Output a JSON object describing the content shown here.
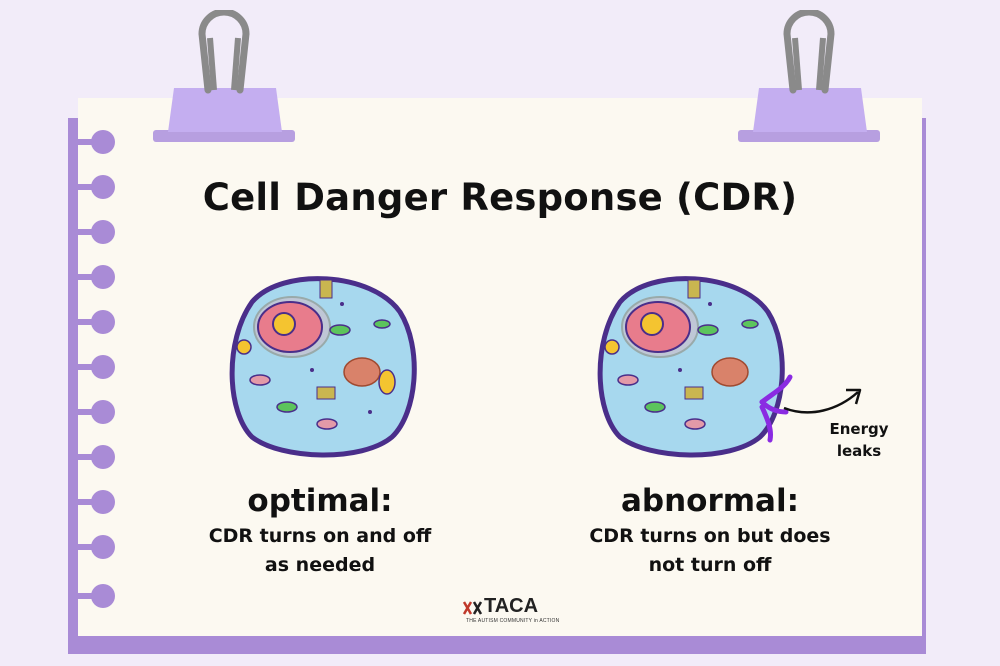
{
  "title": "Cell Danger Response (CDR)",
  "optimal": {
    "heading": "optimal:",
    "line1": "CDR turns on and off",
    "line2": "as needed"
  },
  "abnormal": {
    "heading": "abnormal:",
    "line1": "CDR turns on but does",
    "line2": "not turn off",
    "annotation_line1": "Energy",
    "annotation_line2": "leaks"
  },
  "logo": {
    "word": "TACA",
    "tagline": "THE AUTISM COMMUNITY in ACTION"
  },
  "colors": {
    "background": "#f2ecf9",
    "paper": "#fcf9f1",
    "accent_purple": "#a98bd6",
    "cell_fill": "#a7d8ee",
    "cell_outline": "#4a2e8a",
    "leak_purple": "#8a2be2"
  },
  "icons": [
    "binder-clip-icon",
    "spiral-ring-icon",
    "cell-illustration",
    "curved-arrow-icon",
    "taca-logo-icon"
  ]
}
